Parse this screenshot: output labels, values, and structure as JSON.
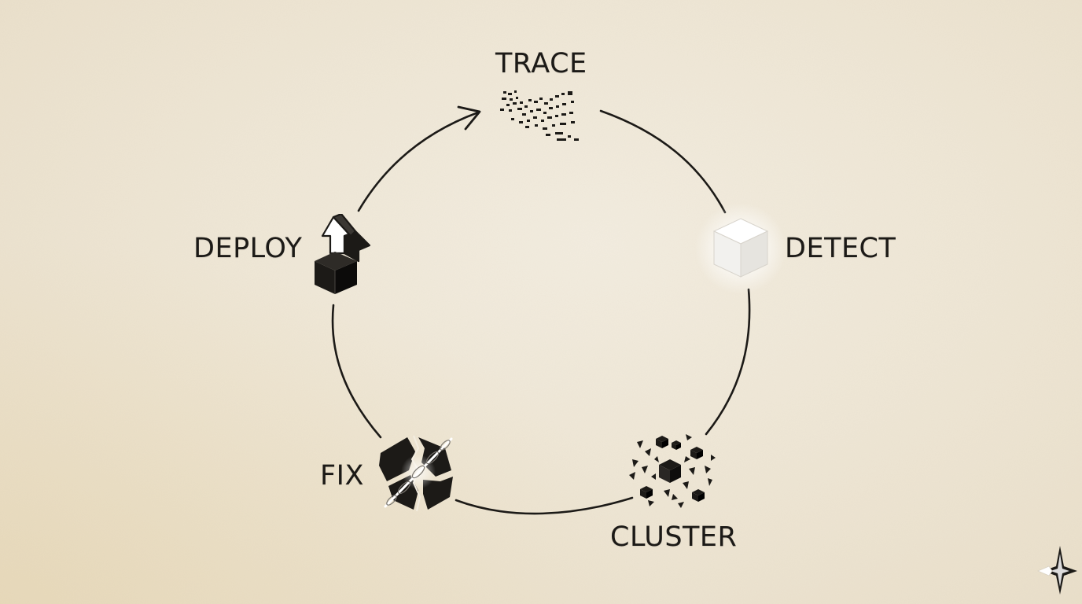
{
  "diagram": {
    "stages": [
      {
        "id": "trace",
        "label": "TRACE",
        "icon": "pixel-scatter-icon"
      },
      {
        "id": "detect",
        "label": "DETECT",
        "icon": "glowing-cube-icon"
      },
      {
        "id": "cluster",
        "label": "CLUSTER",
        "icon": "scattered-cubes-icon"
      },
      {
        "id": "fix",
        "label": "FIX",
        "icon": "broken-cube-icon"
      },
      {
        "id": "deploy",
        "label": "DEPLOY",
        "icon": "cube-up-arrow-icon"
      }
    ],
    "flow_direction": "clockwise",
    "colors": {
      "background": "#efe7d6",
      "ink": "#1c1a17",
      "glow": "#ffffff"
    }
  }
}
